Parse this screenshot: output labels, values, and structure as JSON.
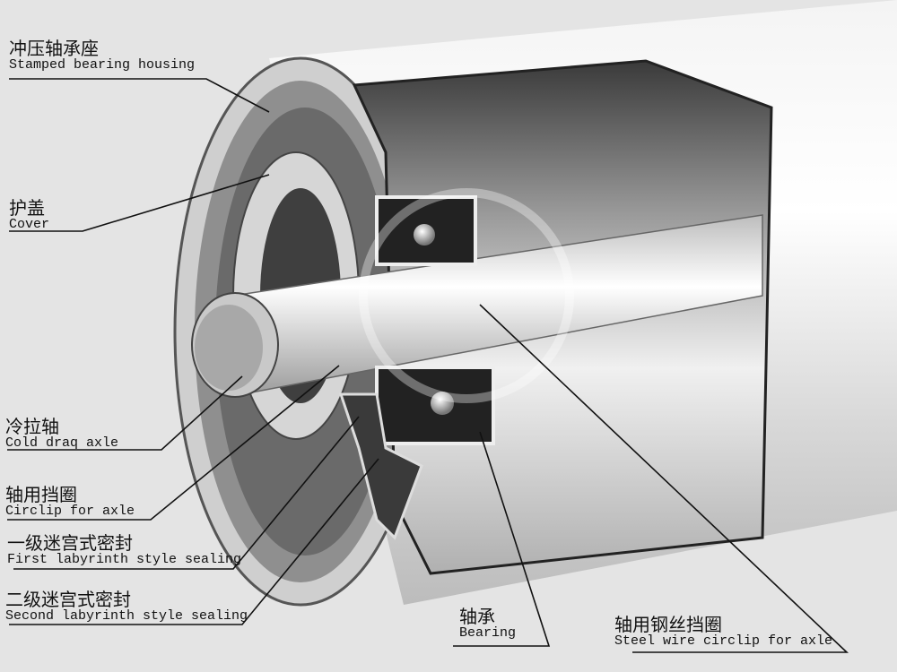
{
  "labels": {
    "housing": {
      "zh": "冲压轴承座",
      "en": "Stamped bearing housing"
    },
    "cover": {
      "zh": "护盖",
      "en": "Cover"
    },
    "axle": {
      "zh": "冷拉轴",
      "en": "Cold draq axle"
    },
    "circlip": {
      "zh": "轴用挡圈",
      "en": "Circlip for axle"
    },
    "first_seal": {
      "zh": "一级迷宫式密封",
      "en": "First labyrinth style sealing"
    },
    "second_seal": {
      "zh": "二级迷宫式密封",
      "en": "Second labyrinth style sealing"
    },
    "bearing": {
      "zh": "轴承",
      "en": "Bearing"
    },
    "steel_circlip": {
      "zh": "轴用钢丝挡圈",
      "en": "Steel wire circlip for axle"
    }
  }
}
